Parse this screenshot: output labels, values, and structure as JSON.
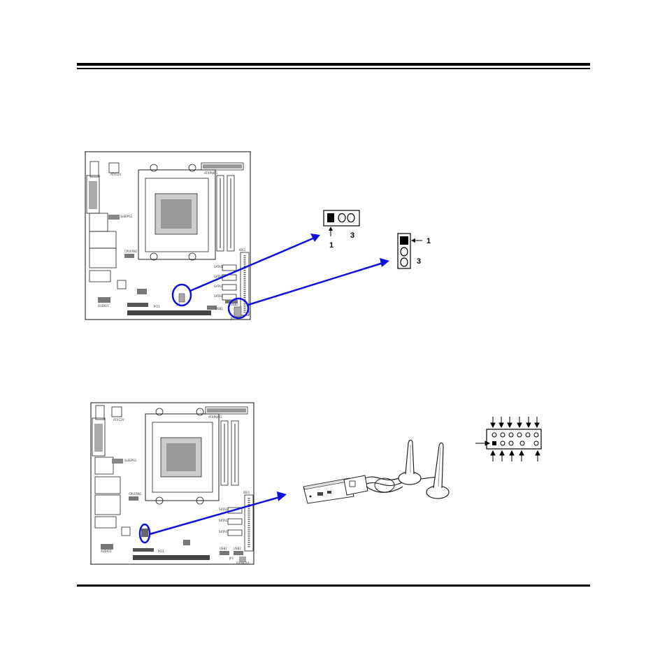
{
  "jumper_h": {
    "pin_start": "1",
    "pin_end": "3"
  },
  "jumper_v": {
    "pin_start": "1",
    "pin_end": "3"
  },
  "board_top": {
    "labels": [
      "ATXPWR1",
      "ATX12V",
      "SLEEPS1",
      "CPUFAN1",
      "SATA1",
      "SATA2",
      "SATA3",
      "SATA4",
      "IDE1",
      "USB1",
      "USB2",
      "AUDIO1",
      "PCI1",
      "JP1",
      "JP2"
    ]
  },
  "board_bottom": {
    "labels": [
      "ATXPWR1",
      "ATX12V",
      "SLEEPS1",
      "CPUFAN1",
      "SATA1",
      "SATA2",
      "SATA3",
      "IDE1",
      "USB1",
      "USB2",
      "AUDIO1",
      "PCI1",
      "JP1",
      "FRONTA1"
    ]
  },
  "colors": {
    "callout": "#1010dd",
    "ink": "#000000"
  },
  "icons": [
    "jumper-3pin-horizontal",
    "jumper-3pin-vertical",
    "wireless-module-with-antennas",
    "header-2x6-pinout"
  ]
}
